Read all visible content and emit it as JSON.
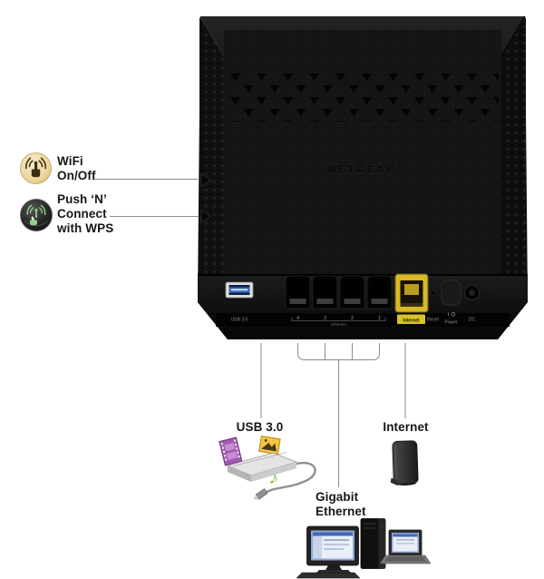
{
  "diagram": {
    "subject": "router-rear-panel-callout-diagram"
  },
  "router": {
    "brand": "NETGEAR",
    "ports": {
      "usb_label": "USB 3.0",
      "eth_port_numbers": [
        "4",
        "3",
        "2",
        "1"
      ],
      "eth_group_label": "Ethernet",
      "internet_label": "Internet",
      "reset_label": "Reset",
      "power_label": "Power",
      "dc_label": "DC"
    }
  },
  "callouts": {
    "wifi": {
      "line1": "WiFi",
      "line2": "On/Off",
      "icon": "wifi-press-icon"
    },
    "wps": {
      "line1": "Push ‘N’",
      "line2": "Connect",
      "line3": "with WPS",
      "icon": "wps-press-icon"
    },
    "usb": {
      "label": "USB 3.0"
    },
    "internet": {
      "label": "Internet"
    },
    "gigabit": {
      "line1": "Gigabit",
      "line2": "Ethernet"
    }
  },
  "colors": {
    "router_body": "#131313",
    "internet_port_yellow": "#d9b927",
    "usb_port_blue": "#3f6db5",
    "wifi_icon_gold": "#e9d49a",
    "wps_icon_green": "#8fd189",
    "callout_line_gray": "#8c8c8c"
  }
}
